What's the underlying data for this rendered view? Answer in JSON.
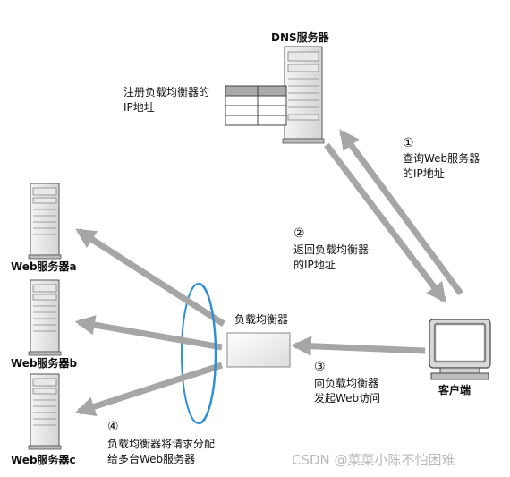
{
  "dns": {
    "title": "DNS服务器",
    "note_line1": "注册负载均衡器的",
    "note_line2": "IP地址"
  },
  "steps": {
    "s1": {
      "num": "①",
      "line1": "查询Web服务器",
      "line2": "的IP地址"
    },
    "s2": {
      "num": "②",
      "line1": "返回负载均衡器",
      "line2": "的IP地址"
    },
    "s3": {
      "num": "③",
      "line1": "向负载均衡器",
      "line2": "发起Web访问"
    },
    "s4": {
      "num": "④",
      "line1": "负载均衡器将请求分配",
      "line2": "给多台Web服务器"
    }
  },
  "web_servers": [
    "Web服务器a",
    "Web服务器b",
    "Web服务器c"
  ],
  "load_balancer_label": "负载均衡器",
  "client_label": "客户端",
  "watermark": "CSDN @菜菜小陈不怕困难",
  "colors": {
    "arrow": "#a6a6a6",
    "ring": "#2f8fd8",
    "box_border": "#888888"
  }
}
